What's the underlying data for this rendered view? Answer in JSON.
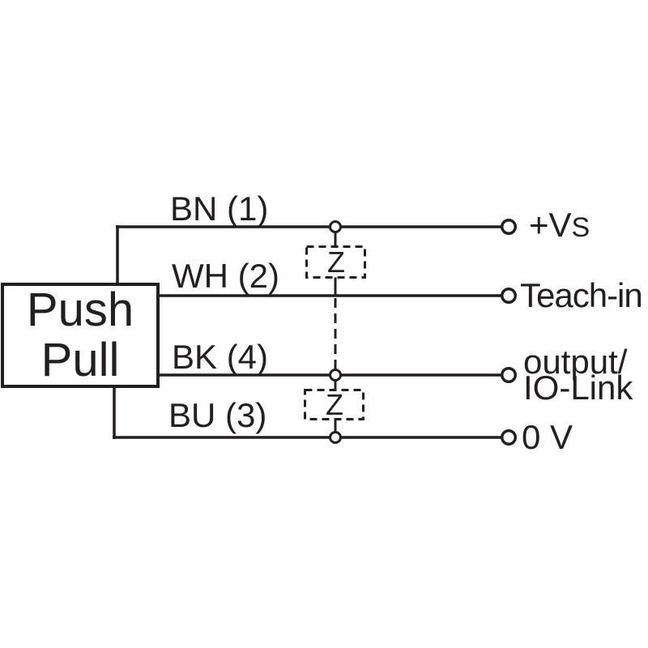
{
  "device": {
    "line1": "Push",
    "line2": "Pull"
  },
  "wires": {
    "bn": {
      "label": "BN (1)"
    },
    "wh": {
      "label": "WH (2)"
    },
    "bk": {
      "label": "BK (4)"
    },
    "bu": {
      "label": "BU (3)"
    }
  },
  "terminals": {
    "vs": {
      "text": "+V",
      "sub": "S"
    },
    "teach": {
      "text": "Teach-in"
    },
    "output": {
      "line1": "output/",
      "line2": "IO-Link"
    },
    "zero": {
      "text": "0 V"
    }
  },
  "suppressors": {
    "upper": "Z",
    "lower": "Z"
  },
  "colors": {
    "ink": "#231f20",
    "background": "#ffffff"
  }
}
